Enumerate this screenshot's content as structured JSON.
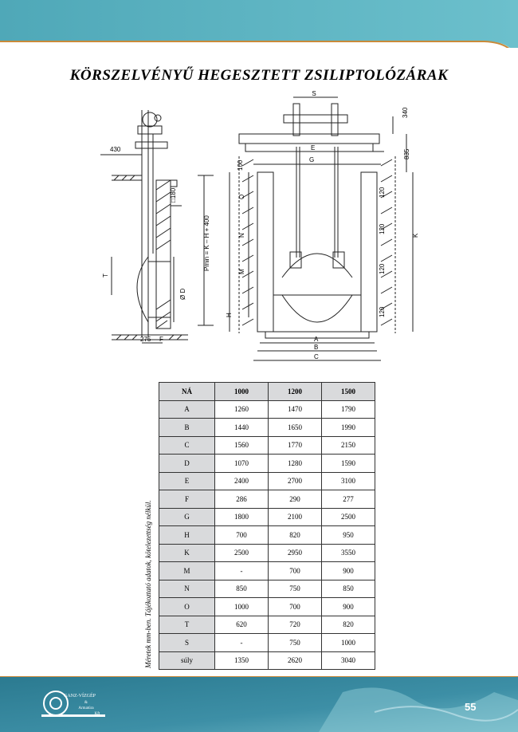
{
  "title": "KÖRSZELVÉNYŰ HEGESZTETT ZSILIPTOLÓZÁRAK",
  "drawing": {
    "labels": [
      "S",
      "340",
      "835",
      "E",
      "G",
      "100",
      "430",
      "□180",
      "Pmin = K – H + 400",
      "O",
      "N",
      "M",
      "T",
      "Ø D",
      "H",
      "K",
      "120",
      "120",
      "120",
      "120",
      "A",
      "B",
      "C",
      "275",
      "F"
    ]
  },
  "table": {
    "header": [
      "NÁ",
      "1000",
      "1200",
      "1500"
    ],
    "rows": [
      {
        "label": "A",
        "values": [
          "1260",
          "1470",
          "1790"
        ]
      },
      {
        "label": "B",
        "values": [
          "1440",
          "1650",
          "1990"
        ]
      },
      {
        "label": "C",
        "values": [
          "1560",
          "1770",
          "2150"
        ]
      },
      {
        "label": "D",
        "values": [
          "1070",
          "1280",
          "1590"
        ]
      },
      {
        "label": "E",
        "values": [
          "2400",
          "2700",
          "3100"
        ]
      },
      {
        "label": "F",
        "values": [
          "286",
          "290",
          "277"
        ]
      },
      {
        "label": "G",
        "values": [
          "1800",
          "2100",
          "2500"
        ]
      },
      {
        "label": "H",
        "values": [
          "700",
          "820",
          "950"
        ]
      },
      {
        "label": "K",
        "values": [
          "2500",
          "2950",
          "3550"
        ]
      },
      {
        "label": "M",
        "values": [
          "-",
          "700",
          "900"
        ]
      },
      {
        "label": "N",
        "values": [
          "850",
          "750",
          "850"
        ]
      },
      {
        "label": "O",
        "values": [
          "1000",
          "700",
          "900"
        ]
      },
      {
        "label": "T",
        "values": [
          "620",
          "720",
          "820"
        ]
      },
      {
        "label": "S",
        "values": [
          "-",
          "750",
          "1000"
        ]
      },
      {
        "label": "súly",
        "values": [
          "1350",
          "2620",
          "3040"
        ]
      }
    ]
  },
  "side_note": "Méretek mm-ben. Tájékoztató adatok, kötelezettség nélkül.",
  "logo": {
    "line1": "GANZ-VÍZGÉP",
    "line2": "&",
    "line3": "Armatúra",
    "line4": "Kft"
  },
  "page_number": "55",
  "colors": {
    "accent": "#5fb6c3",
    "accent_dark": "#2a7f92",
    "border": "#333333",
    "label_bg": "#d9dadc"
  }
}
